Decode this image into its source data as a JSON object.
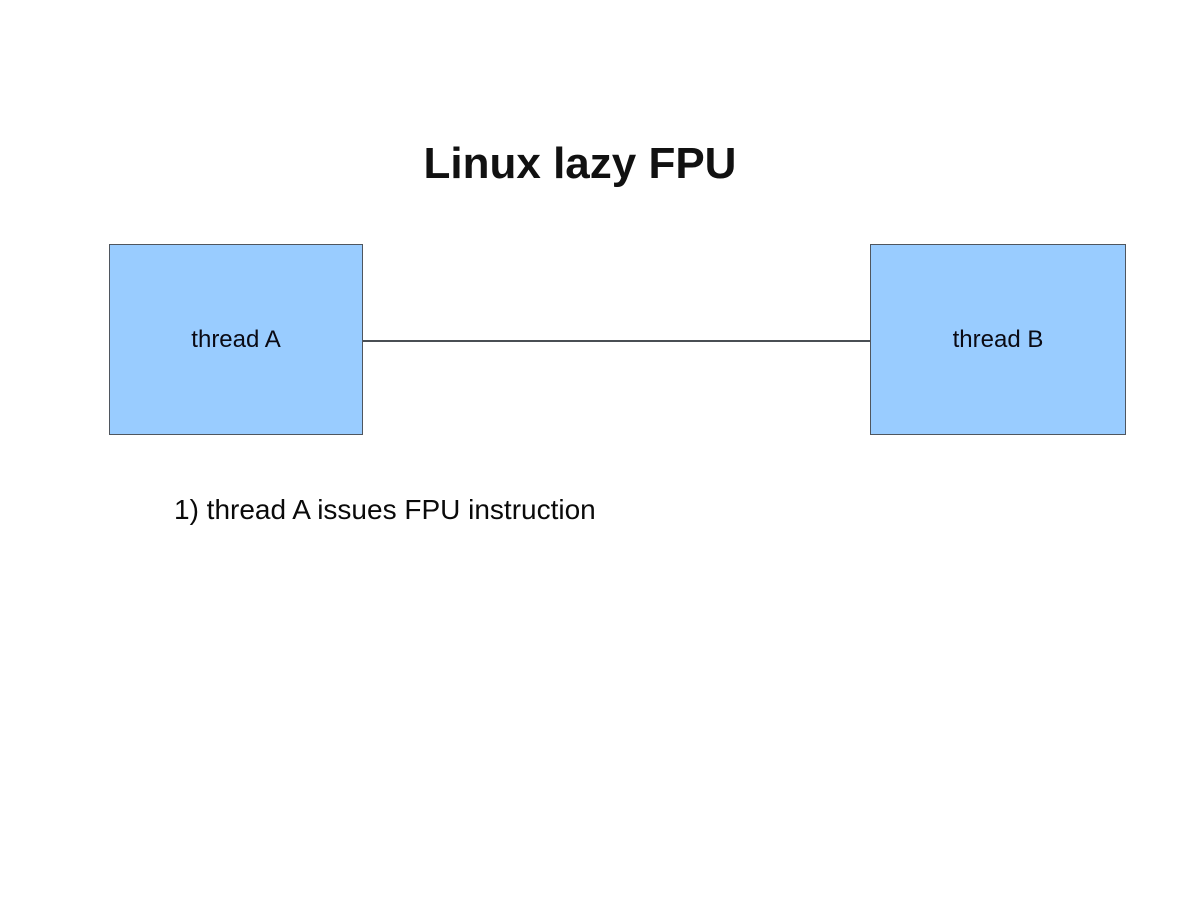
{
  "slide": {
    "title": "Linux lazy FPU",
    "caption": "1) thread A issues FPU instruction"
  },
  "diagram": {
    "nodes": [
      {
        "id": "thread-a",
        "label": "thread A"
      },
      {
        "id": "thread-b",
        "label": "thread B"
      }
    ],
    "edges": [
      {
        "from": "thread-a",
        "to": "thread-b",
        "style": "plain-line"
      }
    ],
    "colors": {
      "background": "#ffffff",
      "node_fill": "#99ccff",
      "node_border": "#4f565e",
      "connector": "#4a4f54",
      "text": "#000000"
    }
  }
}
